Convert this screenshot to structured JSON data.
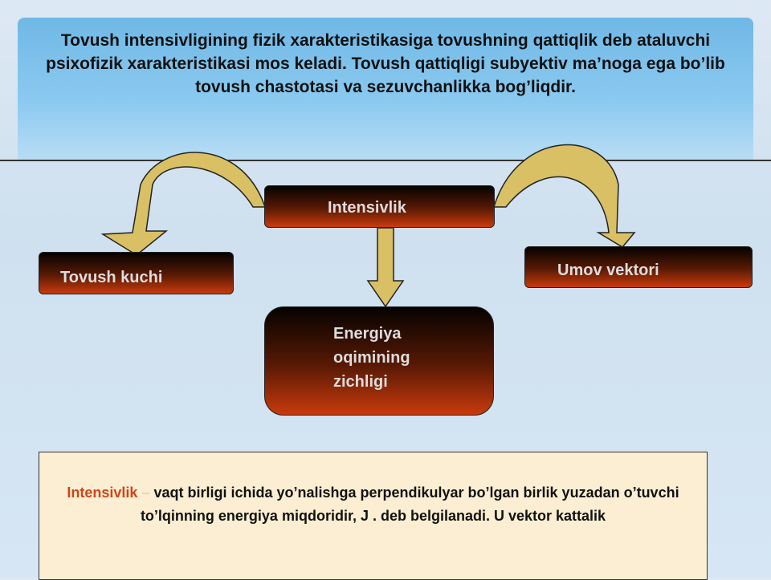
{
  "top_text": "Tovush intensivligining fizik xarakteristikasiga tovushning qattiqlik deb ataluvchi psixofizik xarakteristikasi mos keladi. Tovush qattiqligi subyektiv ma’noga ega bo’lib tovush chastotasi va sezuvchanlikka bog’liqdir.",
  "nodes": {
    "center": "Intensivlik",
    "left": "Tovush kuchi",
    "right": "Umov vektori",
    "bottom": "Energiya oqimining zichligi"
  },
  "definition": {
    "term": "Intensivlik",
    "dash": " – ",
    "text": "vaqt birligi ichida yo’nalishga perpendikulyar bo’lgan birlik yuzadan o’tuvchi to’lqinning energiya miqdoridir, J . deb belgilanadi. U vektor kattalik"
  },
  "colors": {
    "arrow": "#d9c065",
    "box_bottom": "#c93a0c",
    "term": "#d0441a"
  }
}
